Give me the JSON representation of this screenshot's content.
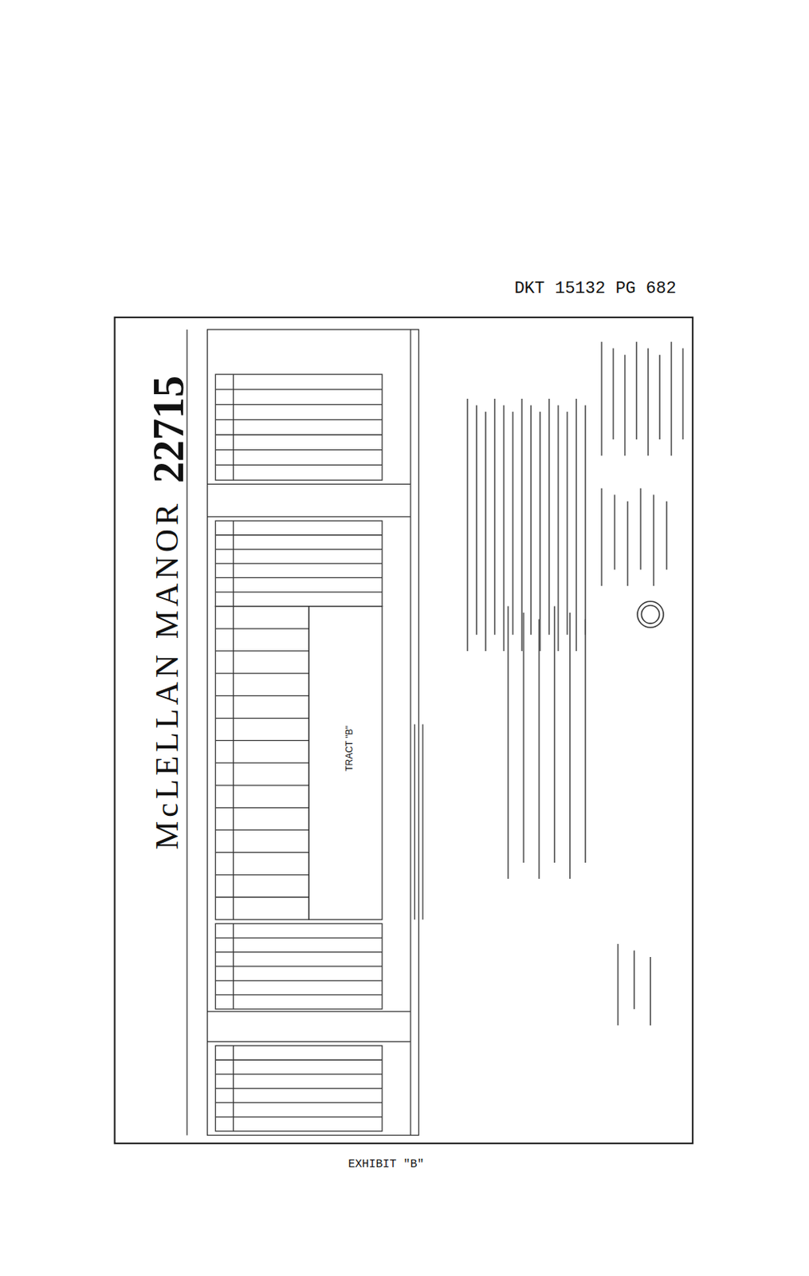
{
  "diagram": {
    "title": "McLELLAN MANOR",
    "caption": "EXHIBIT \"B\"",
    "labels": [
      "DKT 15132 PG 682",
      "22715",
      "TRACT \"B\""
    ]
  }
}
